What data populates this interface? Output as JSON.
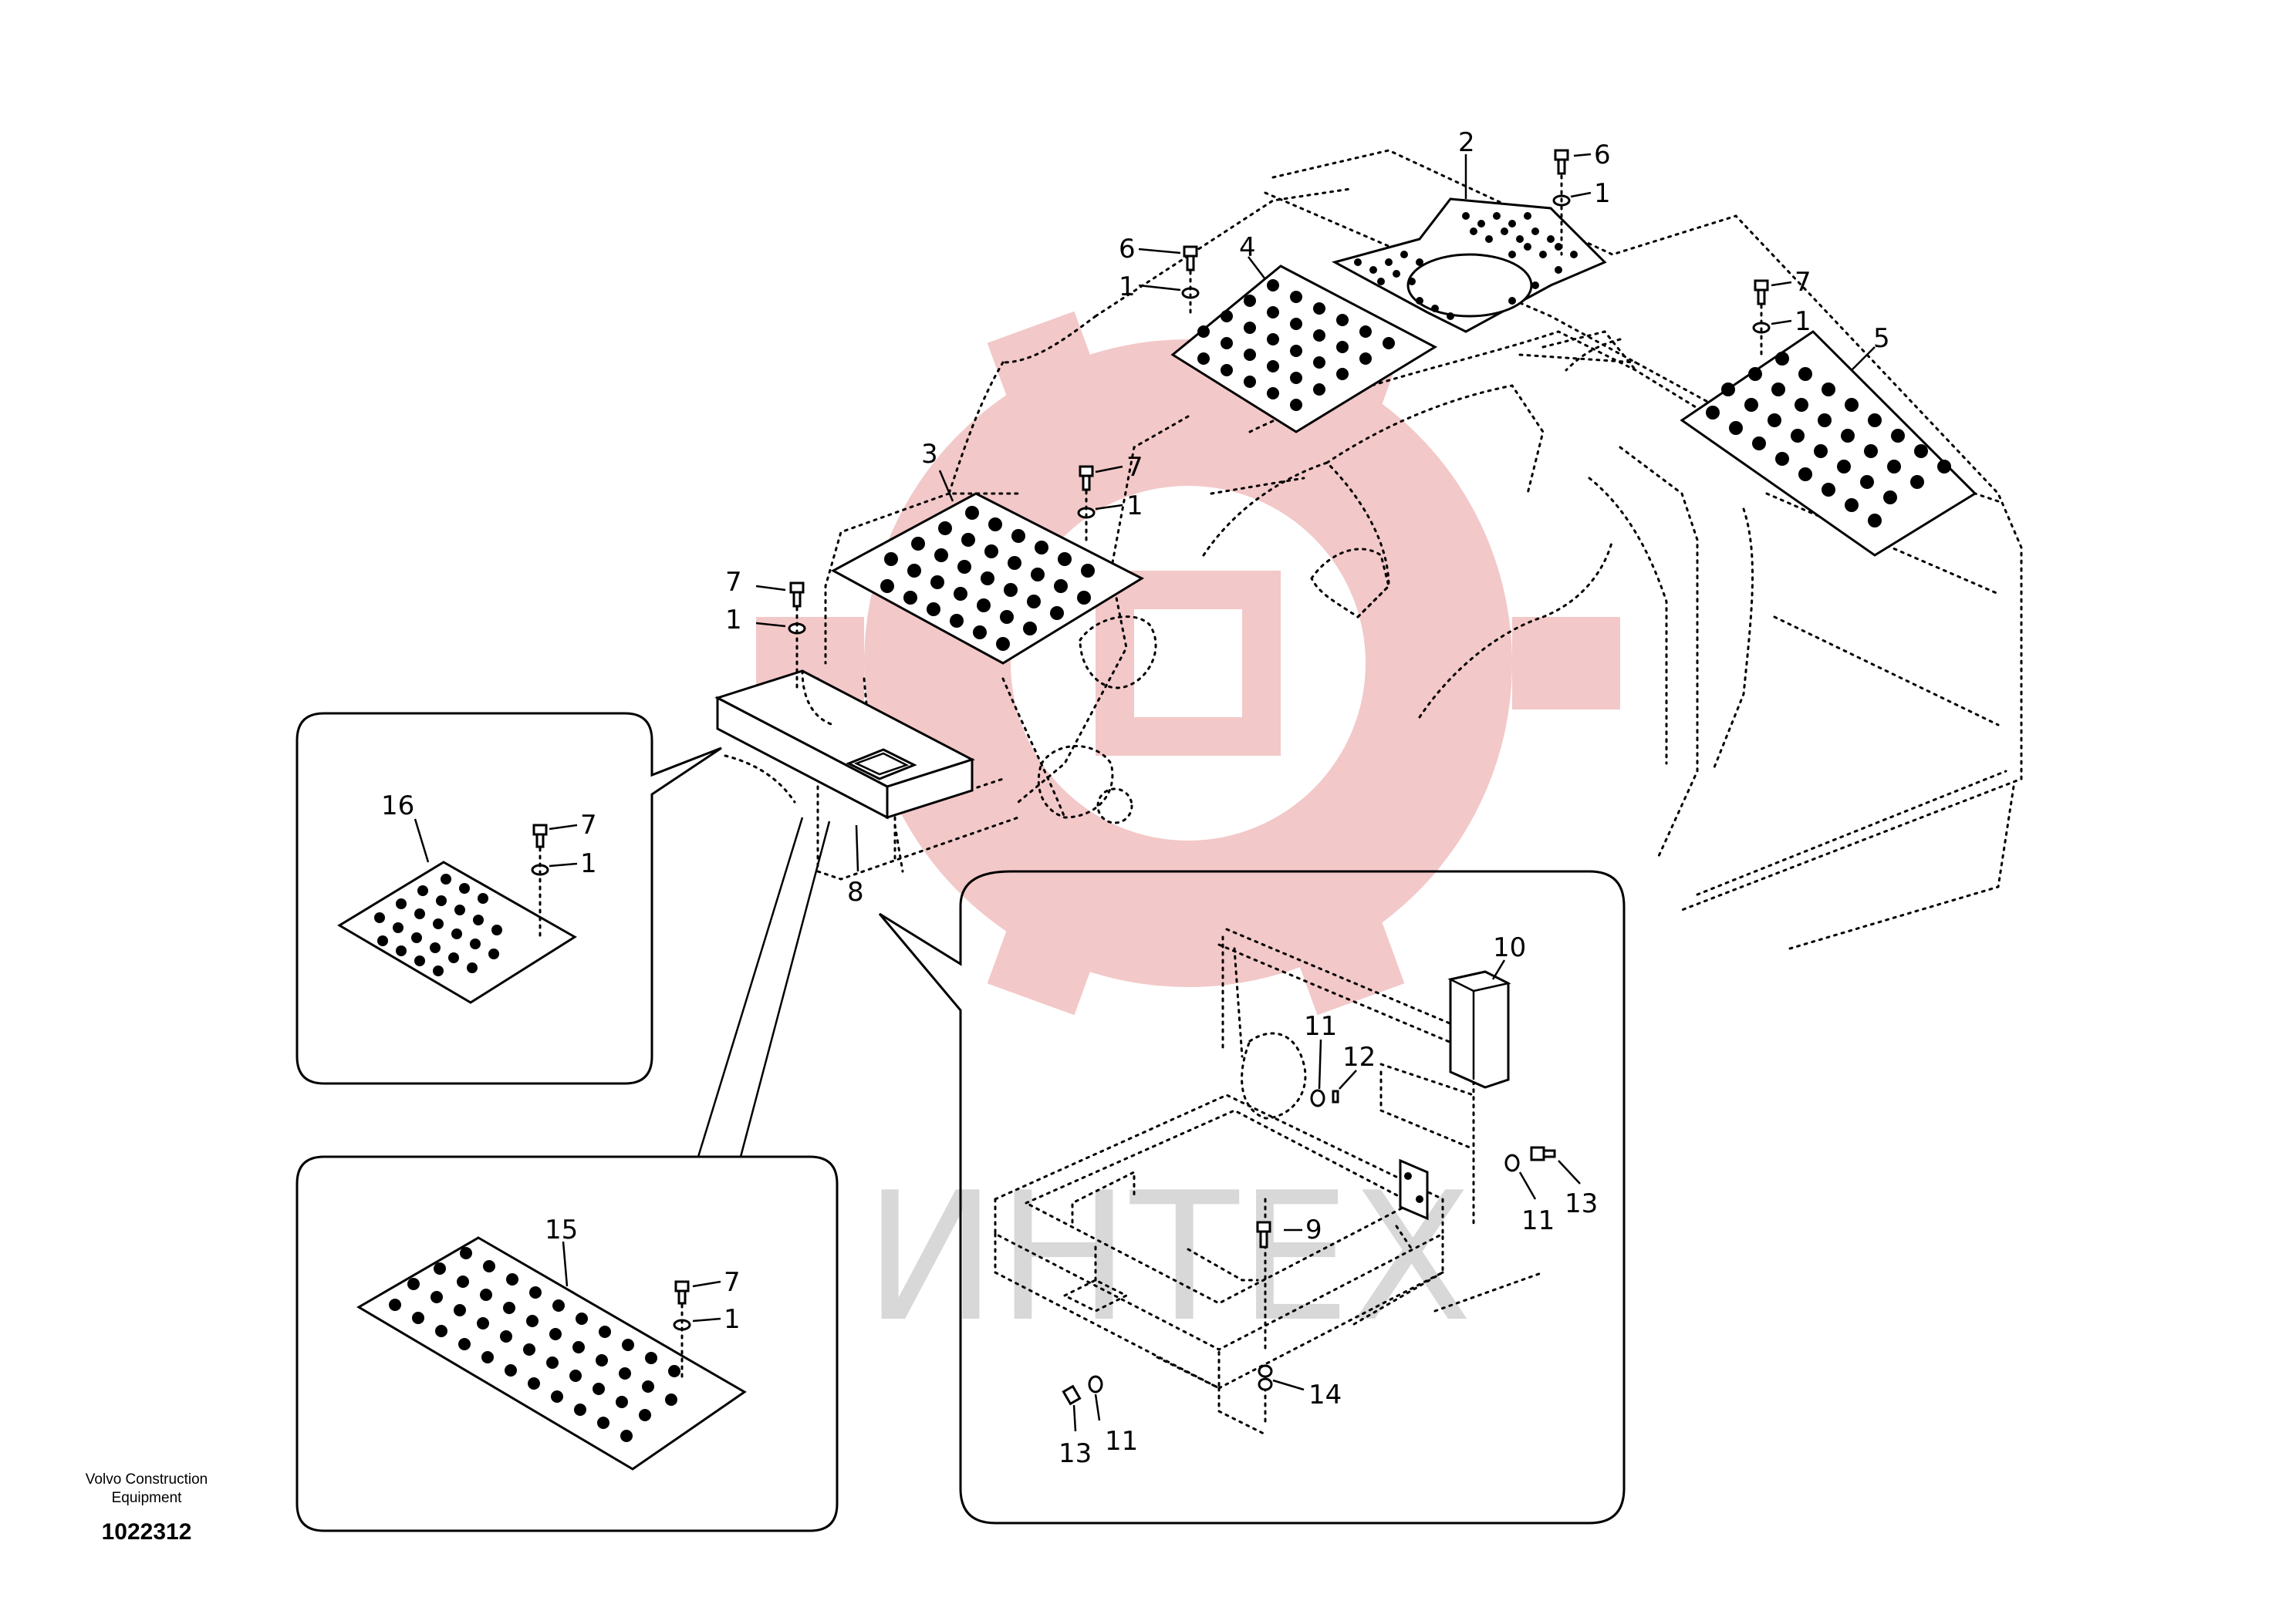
{
  "callouts": {
    "c1": "1",
    "c2": "2",
    "c3": "3",
    "c4": "4",
    "c5": "5",
    "c6": "6",
    "c7": "7",
    "c8": "8",
    "c9": "9",
    "c10": "10",
    "c11": "11",
    "c12": "12",
    "c13": "13",
    "c14": "14",
    "c15": "15",
    "c16": "16"
  },
  "footer": {
    "caption_line1": "Volvo Construction",
    "caption_line2": "Equipment",
    "doc_number": "1022312"
  },
  "watermark": {
    "text": "ИНТЕХ",
    "color": "#f2c2c2"
  }
}
